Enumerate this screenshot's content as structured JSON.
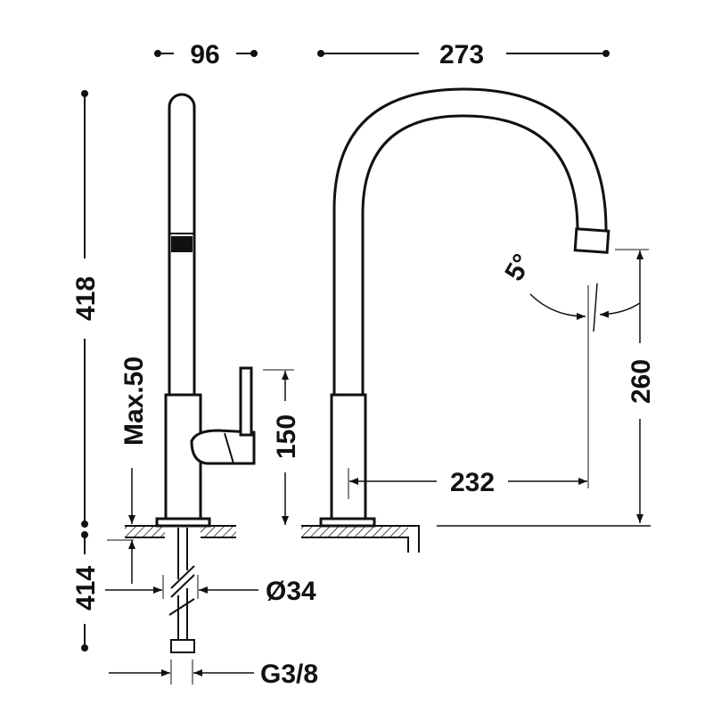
{
  "dimensions": {
    "width_top_left": "96",
    "width_top_right": "273",
    "height_total": "418",
    "max_thickness": "Max.50",
    "lever_height": "150",
    "angle": "5°",
    "spout_height": "260",
    "spout_reach": "232",
    "hose_length": "414",
    "hole_diameter": "Ø34",
    "connection": "G3/8"
  },
  "colors": {
    "line": "#111111",
    "background": "#ffffff"
  }
}
